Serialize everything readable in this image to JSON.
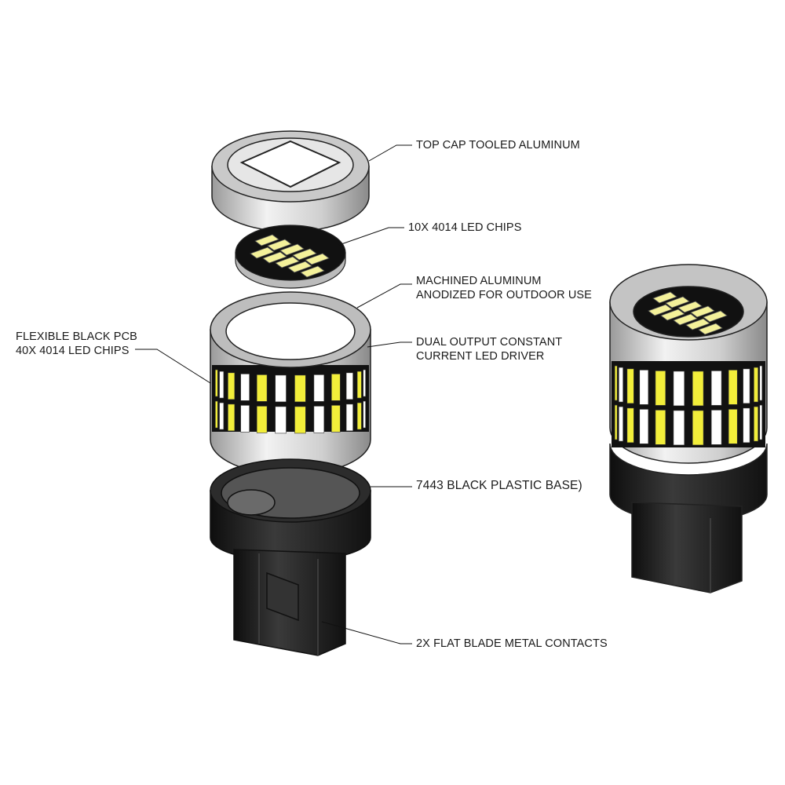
{
  "diagram": {
    "labels": {
      "top_cap": "TOP CAP TOOLED ALUMINUM",
      "led_chips_10x": "10X 4014 LED CHIPS",
      "machined_line1": "MACHINED ALUMINUM",
      "machined_line2": "ANODIZED FOR OUTDOOR USE",
      "pcb_line1": "FLEXIBLE BLACK PCB",
      "pcb_line2": "40X 4014 LED CHIPS",
      "driver_line1": "DUAL OUTPUT CONSTANT",
      "driver_line2": "CURRENT LED DRIVER",
      "base": "7443 BLACK PLASTIC BASE)",
      "contacts": "2X FLAT BLADE METAL CONTACTS"
    },
    "colors": {
      "led_yellow": "#f2ee3a",
      "led_white": "#ffffff",
      "body_black": "#1c1c1c",
      "aluminum": "#d9d9d9"
    }
  }
}
